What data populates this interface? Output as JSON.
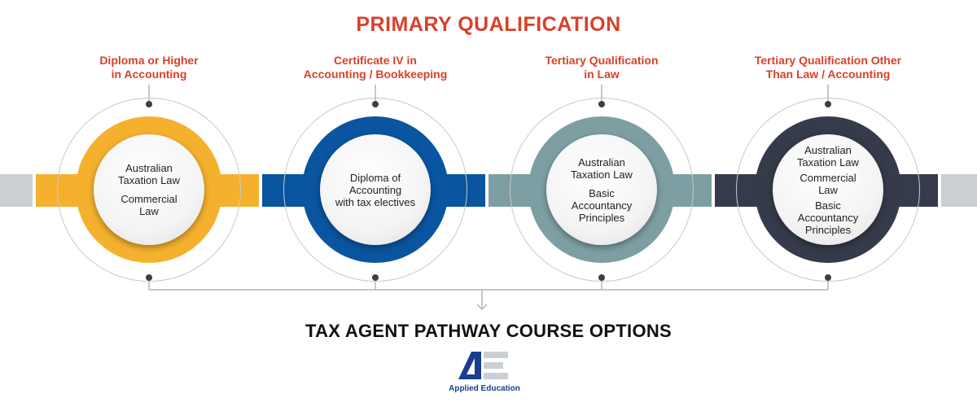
{
  "title": "PRIMARY QUALIFICATION",
  "footer_title": "TAX AGENT PATHWAY COURSE OPTIONS",
  "logo_text": "Applied Education",
  "colors": {
    "accent_red": "#d9402a",
    "yellow": "#f5b12e",
    "blue": "#0a55a0",
    "teal": "#7d9fa3",
    "dark": "#353b4a",
    "light_gray": "#c9cfd3"
  },
  "pathways": [
    {
      "qualification": [
        "Diploma or Higher",
        "in Accounting"
      ],
      "courses": [
        [
          "Australian",
          "Taxation Law"
        ],
        [
          "Commercial",
          "Law"
        ]
      ]
    },
    {
      "qualification": [
        "Certificate IV in",
        "Accounting / Bookkeeping"
      ],
      "courses": [
        [
          "Diploma of",
          "Accounting",
          "with tax electives"
        ]
      ]
    },
    {
      "qualification": [
        "Tertiary Qualification",
        "in Law"
      ],
      "courses": [
        [
          "Australian",
          "Taxation Law"
        ],
        [
          "Basic",
          "Accountancy",
          "Principles"
        ]
      ]
    },
    {
      "qualification": [
        "Tertiary Qualification Other",
        "Than Law / Accounting"
      ],
      "courses": [
        [
          "Australian",
          "Taxation Law"
        ],
        [
          "Commercial",
          "Law"
        ],
        [
          "Basic",
          "Accountancy",
          "Principles"
        ]
      ]
    }
  ]
}
